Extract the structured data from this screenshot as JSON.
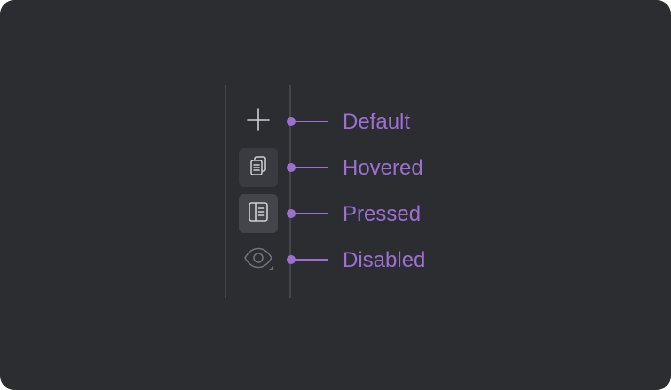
{
  "colors": {
    "background": "#2b2d30",
    "accent": "#9d6fd1",
    "icon_default": "#ced0d6",
    "icon_disabled": "#6f737a",
    "hover_bg": "#393b40",
    "pressed_bg": "#43454a"
  },
  "states": [
    {
      "label": "Default",
      "icon": "plus-icon"
    },
    {
      "label": "Hovered",
      "icon": "copy-document-icon"
    },
    {
      "label": "Pressed",
      "icon": "preview-panel-icon"
    },
    {
      "label": "Disabled",
      "icon": "eye-icon"
    }
  ]
}
